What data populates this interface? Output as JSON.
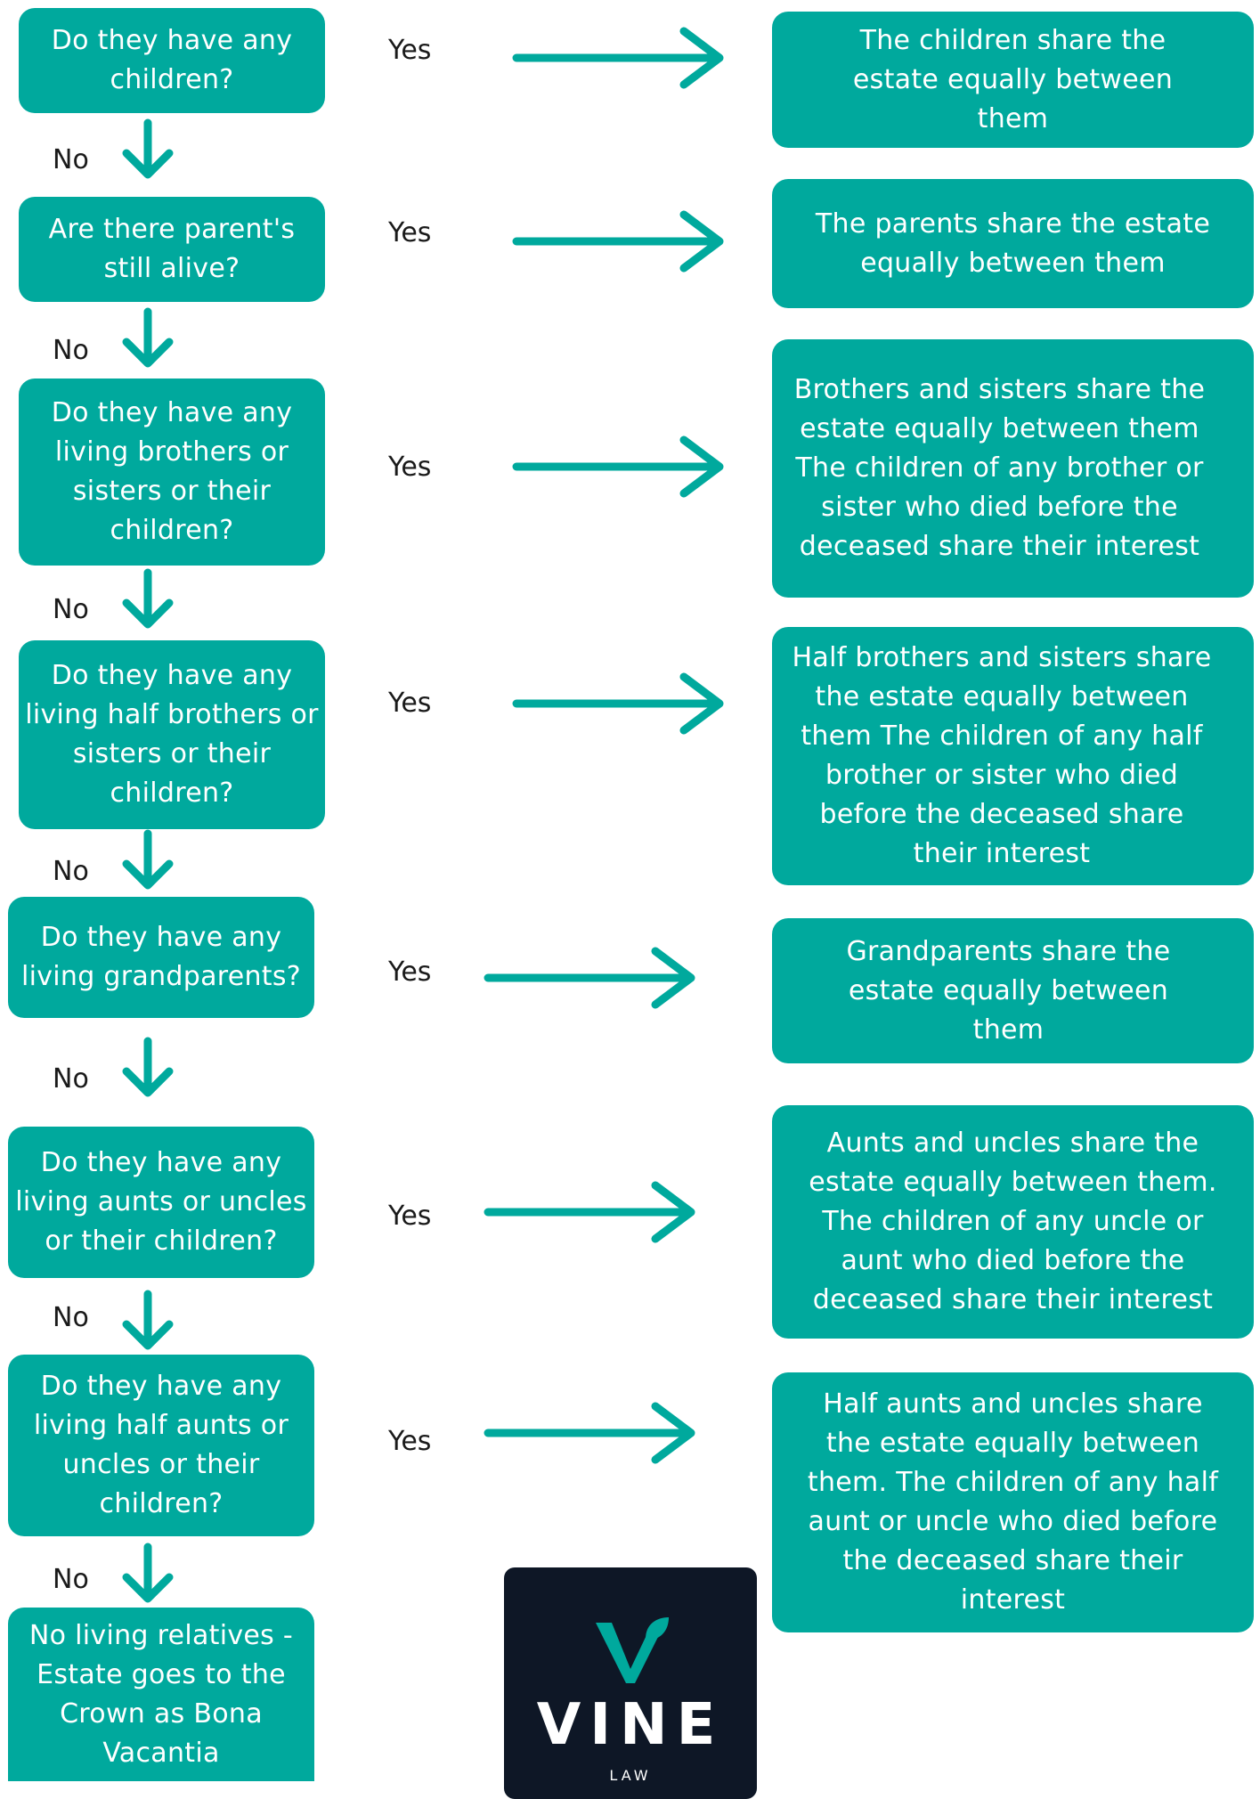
{
  "colors": {
    "box": "#00a99d",
    "arrow": "#00a99d",
    "text": "#1a1a1a",
    "logo_bg": "#0e1726"
  },
  "questions": [
    "Do they have any children?",
    "Are there parent's still alive?",
    "Do they have any living brothers or sisters or their children?",
    "Do they have any living half brothers or sisters or their children?",
    "Do they have any living grandparents?",
    "Do they have any living aunts or uncles or their children?",
    "Do they have any living half aunts or uncles or their children?"
  ],
  "final_outcome": "No living relatives - Estate goes to the Crown as Bona Vacantia",
  "outcomes": [
    "The children share the estate equally between them",
    "The parents share the estate equally between them",
    "Brothers and sisters share the estate equally between them The children of any brother or sister who died before the deceased share their interest",
    "Half brothers and sisters share the estate equally between them The children of any half brother or sister who died before the deceased share their interest",
    "Grandparents share the estate equally between them",
    "Aunts and uncles share the estate equally between them. The children of any uncle or aunt who died before the deceased share their interest",
    "Half aunts and uncles share the estate equally between them. The children of any half aunt or uncle who died before the deceased share their interest"
  ],
  "yes_label": "Yes",
  "no_label": "No",
  "logo": {
    "name": "VINE",
    "sub": "LAW"
  }
}
